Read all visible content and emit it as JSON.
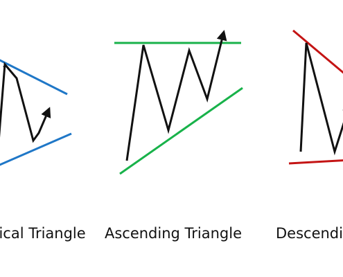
{
  "colors": {
    "symmetrical_lines": "#1f77c7",
    "ascending_lines": "#18b24a",
    "descending_lines": "#c41414",
    "price_path": "#111111"
  },
  "patterns": [
    {
      "key": "symmetrical",
      "label": "Symmetrical Triangle",
      "line_color_key": "symmetrical_lines"
    },
    {
      "key": "ascending",
      "label": "Ascending Triangle",
      "line_color_key": "ascending_lines"
    },
    {
      "key": "descending",
      "label": "Descending Triangle",
      "line_color_key": "descending_lines"
    }
  ]
}
